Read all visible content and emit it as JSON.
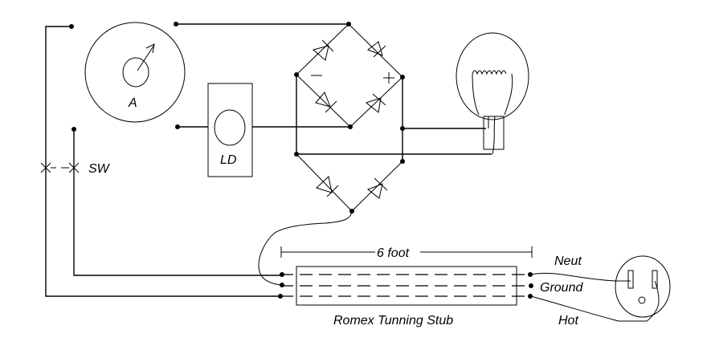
{
  "diagram": {
    "labels": {
      "ammeter": "A",
      "load": "LD",
      "switch": "SW",
      "bridge_negative": "−",
      "bridge_positive": "+",
      "stub_length": "6 foot",
      "stub_name": "Romex Tunning Stub",
      "neutral": "Neut",
      "ground": "Ground",
      "hot": "Hot"
    },
    "components": [
      {
        "id": "ammeter",
        "type": "meter"
      },
      {
        "id": "load",
        "type": "load-box"
      },
      {
        "id": "switch",
        "type": "double-pole-switch"
      },
      {
        "id": "bridge-rectifier",
        "type": "diode-bridge",
        "diodes": 6
      },
      {
        "id": "lamp",
        "type": "incandescent-bulb"
      },
      {
        "id": "romex-stub",
        "type": "cable",
        "conductors": 3
      },
      {
        "id": "outlet",
        "type": "receptacle"
      }
    ],
    "colors": {
      "line": "#000000",
      "background": "#ffffff"
    }
  }
}
